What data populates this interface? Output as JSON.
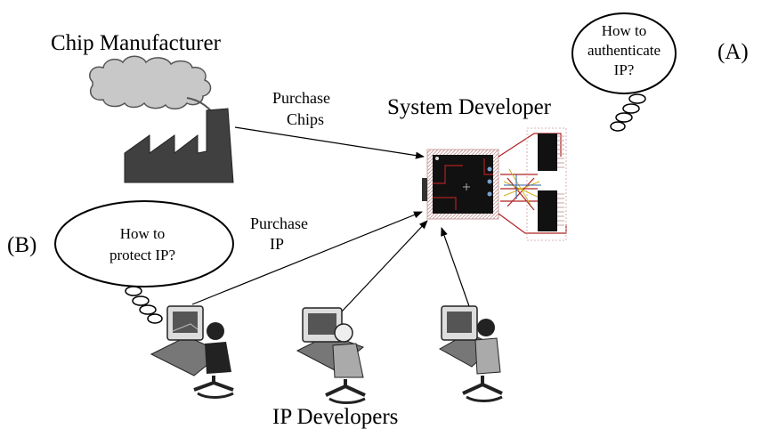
{
  "labels": {
    "chip_manufacturer": "Chip Manufacturer",
    "system_developer": "System Developer",
    "ip_developers": "IP Developers",
    "purchase_chips_line1": "Purchase",
    "purchase_chips_line2": "Chips",
    "purchase_ip_line1": "Purchase",
    "purchase_ip_line2": "IP",
    "marker_a": "(A)",
    "marker_b": "(B)"
  },
  "bubble_a": {
    "line1": "How to",
    "line2": "authenticate",
    "line3": "IP?"
  },
  "bubble_b": {
    "line1": "How to",
    "line2": "protect IP?"
  },
  "icons": [
    "factory-icon",
    "chip-board-icon",
    "thought-bubble-icon",
    "developer-at-computer-icon"
  ]
}
